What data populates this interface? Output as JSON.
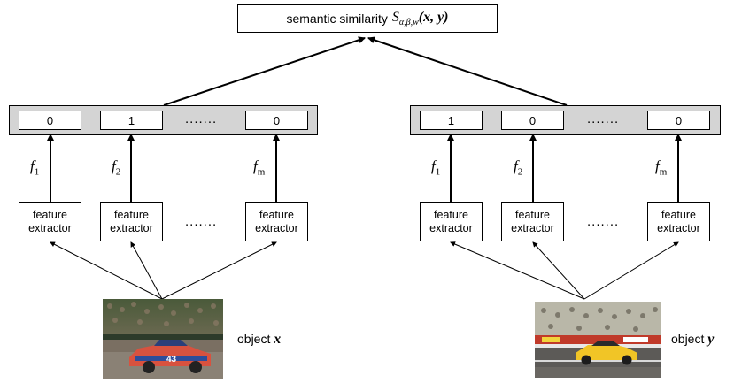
{
  "title_box": {
    "text": "semantic similarity",
    "symbol": "S",
    "subscript": "α,β,w",
    "args": "(x, y)"
  },
  "left": {
    "feature_values": [
      "0",
      "1",
      "0"
    ],
    "dots": ".......",
    "f_labels": [
      {
        "letter": "f",
        "sub": "1"
      },
      {
        "letter": "f",
        "sub": "2"
      },
      {
        "letter": "f",
        "sub": "m"
      }
    ],
    "extractor_line1": "feature",
    "extractor_line2": "extractor",
    "object_label": "object",
    "object_var": "x"
  },
  "right": {
    "feature_values": [
      "1",
      "0",
      "0"
    ],
    "dots": ".......",
    "f_labels": [
      {
        "letter": "f",
        "sub": "1"
      },
      {
        "letter": "f",
        "sub": "2"
      },
      {
        "letter": "f",
        "sub": "m"
      }
    ],
    "extractor_line1": "feature",
    "extractor_line2": "extractor",
    "object_label": "object",
    "object_var": "y"
  },
  "images": {
    "left": {
      "description_icon": "race-car-photo",
      "car_number": "43"
    },
    "right": {
      "description_icon": "yellow-sports-car-photo"
    }
  }
}
